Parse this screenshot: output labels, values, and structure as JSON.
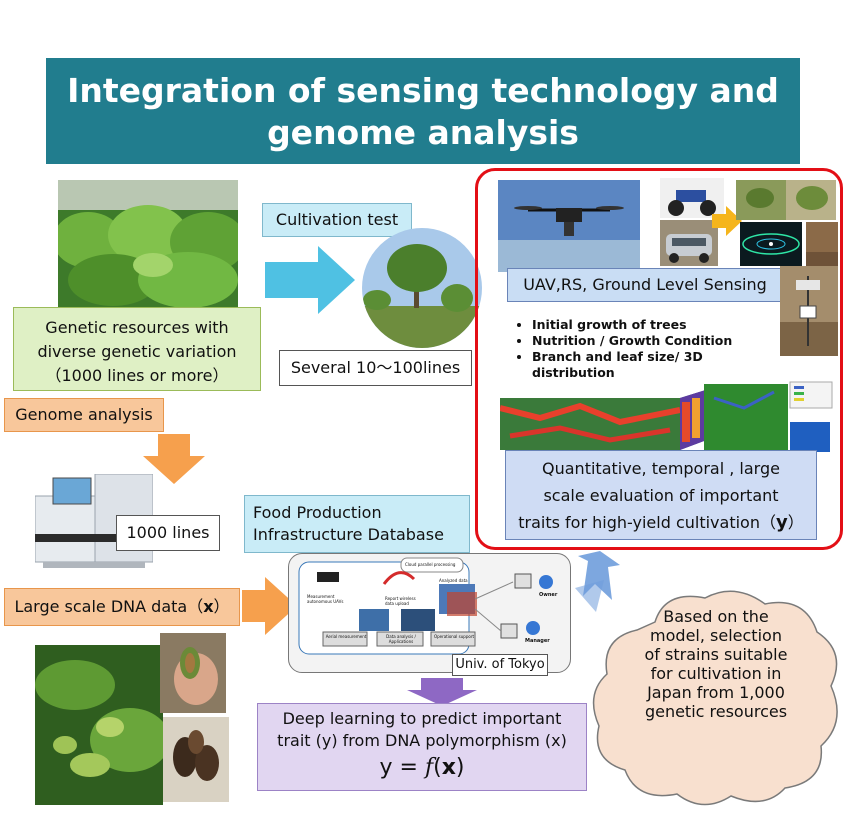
{
  "title": {
    "line1": "Integration of sensing technology and",
    "line2": "genome analysis"
  },
  "labels": {
    "cultivation_test": "Cultivation test",
    "genetic_resources": {
      "line1": "Genetic resources with",
      "line2": "diverse genetic variation",
      "line3": "（1000 lines or more）"
    },
    "several_lines": "Several 10～100lines",
    "genome_analysis": "Genome analysis",
    "sensing": "UAV,RS, Ground Level Sensing",
    "traits": [
      "Initial growth of trees",
      "Nutrition / Growth Condition",
      "Branch and leaf size/ 3D distribution"
    ],
    "quantitative": {
      "line1": "Quantitative, temporal , large",
      "line2": "scale evaluation of important",
      "line3_prefix": "traits for high-yield cultivation（",
      "line3_var": "y",
      "line3_suffix": "）"
    },
    "thousand_lines": "1000 lines",
    "food_db": {
      "line1": "Food Production",
      "line2": "Infrastructure Database"
    },
    "dna_data": {
      "prefix": "Large scale DNA data（",
      "var": "x",
      "suffix": "）"
    },
    "univ": "Univ. of Tokyo",
    "db_diagram": {
      "cloud": "Cloud parallel processing",
      "analyzed": "Analyzed data",
      "owner": "Owner",
      "manager": "Manager",
      "aerial": "Aerial measurement",
      "data_analysis": "Data analysis / Applications",
      "operational": "Operational support",
      "measurement": "Measurement autonomous UAVs",
      "report": "Report wireless data upload"
    },
    "cloud": [
      "Based on the",
      "model, selection",
      "of strains suitable",
      "for cultivation in",
      "Japan from 1,000",
      "genetic resources"
    ],
    "deep_learning": {
      "line1": "Deep learning to predict important",
      "line2": "trait (y) from DNA polymorphism (x)",
      "formula_y": "y = ",
      "formula_f": "f",
      "formula_open": "(",
      "formula_x": "x",
      "formula_close": ")"
    }
  },
  "colors": {
    "title_bg": "#217d8e",
    "arrow_cyan": "#4fc1e3",
    "arrow_orange": "#f6a04d",
    "arrow_purple": "#8e68c4",
    "arrow_blue": "#6f9ddb",
    "red_frame": "#e30f16"
  }
}
